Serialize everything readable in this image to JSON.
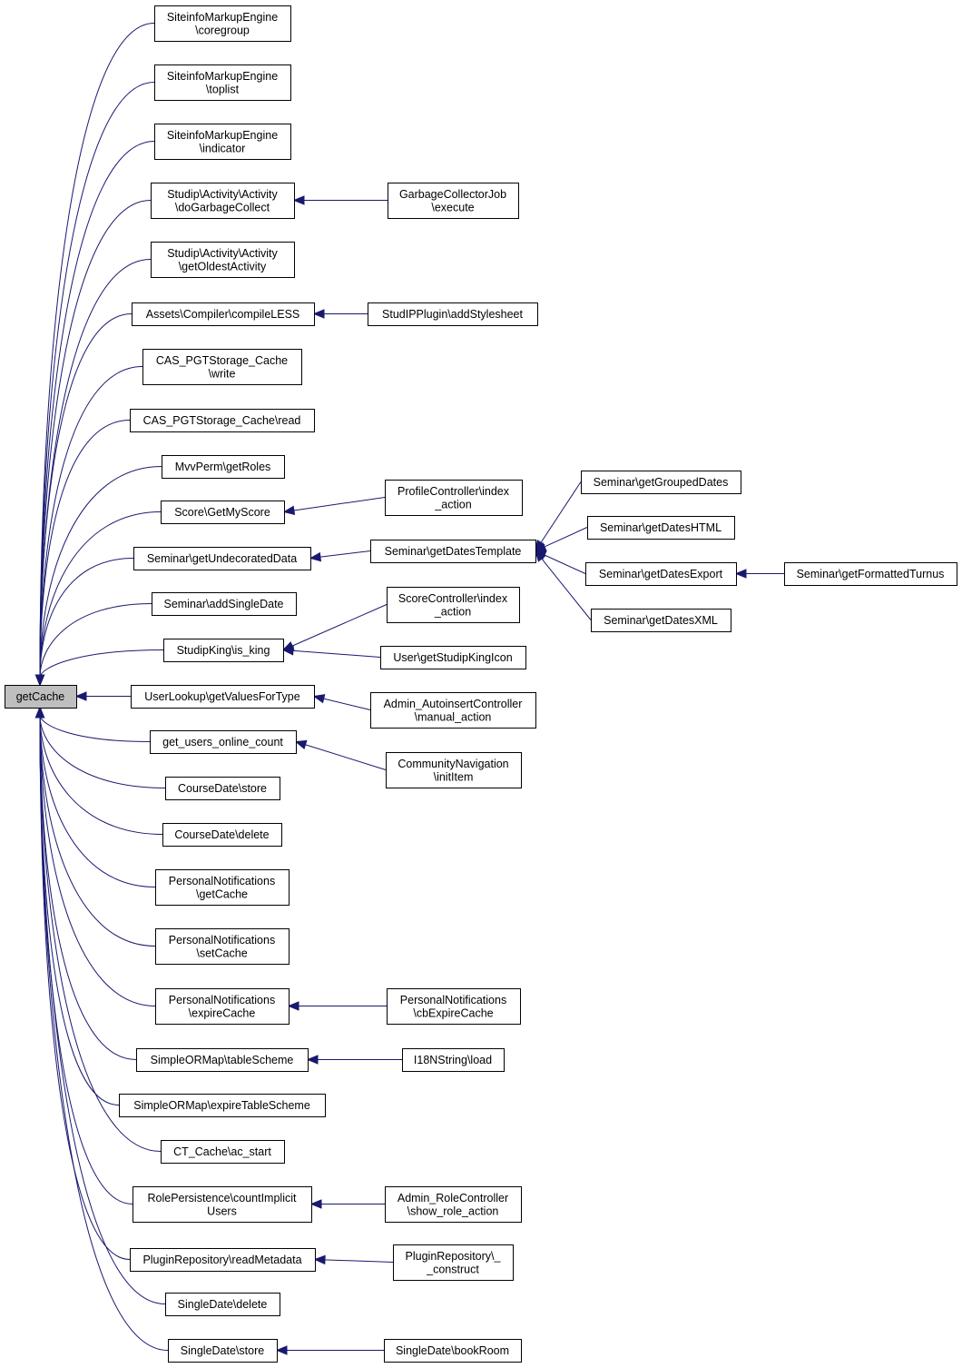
{
  "diagram": {
    "type": "call-graph",
    "colors": {
      "edge": "#191970",
      "node_border": "#000000",
      "root_fill": "#bfbfbf",
      "node_fill": "#ffffff"
    },
    "nodes": [
      {
        "id": "root",
        "lines": [
          "getCache"
        ],
        "root": true
      },
      {
        "id": "n1",
        "lines": [
          "SiteinfoMarkupEngine",
          "\\coregroup"
        ]
      },
      {
        "id": "n2",
        "lines": [
          "SiteinfoMarkupEngine",
          "\\toplist"
        ]
      },
      {
        "id": "n3",
        "lines": [
          "SiteinfoMarkupEngine",
          "\\indicator"
        ]
      },
      {
        "id": "n4",
        "lines": [
          "Studip\\Activity\\Activity",
          "\\doGarbageCollect"
        ]
      },
      {
        "id": "n5",
        "lines": [
          "Studip\\Activity\\Activity",
          "\\getOldestActivity"
        ]
      },
      {
        "id": "n6",
        "lines": [
          "Assets\\Compiler\\compileLESS"
        ]
      },
      {
        "id": "n7",
        "lines": [
          "CAS_PGTStorage_Cache",
          "\\write"
        ]
      },
      {
        "id": "n8",
        "lines": [
          "CAS_PGTStorage_Cache\\read"
        ]
      },
      {
        "id": "n9",
        "lines": [
          "MvvPerm\\getRoles"
        ]
      },
      {
        "id": "n10",
        "lines": [
          "Score\\GetMyScore"
        ]
      },
      {
        "id": "n11",
        "lines": [
          "Seminar\\getUndecoratedData"
        ]
      },
      {
        "id": "n12",
        "lines": [
          "Seminar\\addSingleDate"
        ]
      },
      {
        "id": "n13",
        "lines": [
          "StudipKing\\is_king"
        ]
      },
      {
        "id": "n14",
        "lines": [
          "UserLookup\\getValuesForType"
        ]
      },
      {
        "id": "n15",
        "lines": [
          "get_users_online_count"
        ]
      },
      {
        "id": "n16",
        "lines": [
          "CourseDate\\store"
        ]
      },
      {
        "id": "n17",
        "lines": [
          "CourseDate\\delete"
        ]
      },
      {
        "id": "n18",
        "lines": [
          "PersonalNotifications",
          "\\getCache"
        ]
      },
      {
        "id": "n19",
        "lines": [
          "PersonalNotifications",
          "\\setCache"
        ]
      },
      {
        "id": "n20",
        "lines": [
          "PersonalNotifications",
          "\\expireCache"
        ]
      },
      {
        "id": "n21",
        "lines": [
          "SimpleORMap\\tableScheme"
        ]
      },
      {
        "id": "n22",
        "lines": [
          "SimpleORMap\\expireTableScheme"
        ]
      },
      {
        "id": "n23",
        "lines": [
          "CT_Cache\\ac_start"
        ]
      },
      {
        "id": "n24",
        "lines": [
          "RolePersistence\\countImplicit",
          "Users"
        ]
      },
      {
        "id": "n25",
        "lines": [
          "PluginRepository\\readMetadata"
        ]
      },
      {
        "id": "n26",
        "lines": [
          "SingleDate\\delete"
        ]
      },
      {
        "id": "n27",
        "lines": [
          "SingleDate\\store"
        ]
      },
      {
        "id": "c4",
        "lines": [
          "GarbageCollectorJob",
          "\\execute"
        ]
      },
      {
        "id": "c6",
        "lines": [
          "StudIPPlugin\\addStylesheet"
        ]
      },
      {
        "id": "c10",
        "lines": [
          "ProfileController\\index",
          "_action"
        ]
      },
      {
        "id": "c11",
        "lines": [
          "Seminar\\getDatesTemplate"
        ]
      },
      {
        "id": "c13a",
        "lines": [
          "ScoreController\\index",
          "_action"
        ]
      },
      {
        "id": "c13b",
        "lines": [
          "User\\getStudipKingIcon"
        ]
      },
      {
        "id": "c14",
        "lines": [
          "Admin_AutoinsertController",
          "\\manual_action"
        ]
      },
      {
        "id": "c15",
        "lines": [
          "CommunityNavigation",
          "\\initItem"
        ]
      },
      {
        "id": "c20",
        "lines": [
          "PersonalNotifications",
          "\\cbExpireCache"
        ]
      },
      {
        "id": "c21",
        "lines": [
          "I18NString\\load"
        ]
      },
      {
        "id": "c24",
        "lines": [
          "Admin_RoleController",
          "\\show_role_action"
        ]
      },
      {
        "id": "c25",
        "lines": [
          "PluginRepository\\_",
          "_construct"
        ]
      },
      {
        "id": "c27",
        "lines": [
          "SingleDate\\bookRoom"
        ]
      },
      {
        "id": "d1",
        "lines": [
          "Seminar\\getGroupedDates"
        ]
      },
      {
        "id": "d2",
        "lines": [
          "Seminar\\getDatesHTML"
        ]
      },
      {
        "id": "d3",
        "lines": [
          "Seminar\\getDatesExport"
        ]
      },
      {
        "id": "d4",
        "lines": [
          "Seminar\\getDatesXML"
        ]
      },
      {
        "id": "e1",
        "lines": [
          "Seminar\\getFormattedTurnus"
        ]
      }
    ],
    "edges": [
      {
        "from": "n1",
        "to": "root"
      },
      {
        "from": "n2",
        "to": "root"
      },
      {
        "from": "n3",
        "to": "root"
      },
      {
        "from": "n4",
        "to": "root"
      },
      {
        "from": "n5",
        "to": "root"
      },
      {
        "from": "n6",
        "to": "root"
      },
      {
        "from": "n7",
        "to": "root"
      },
      {
        "from": "n8",
        "to": "root"
      },
      {
        "from": "n9",
        "to": "root"
      },
      {
        "from": "n10",
        "to": "root"
      },
      {
        "from": "n11",
        "to": "root"
      },
      {
        "from": "n12",
        "to": "root"
      },
      {
        "from": "n13",
        "to": "root"
      },
      {
        "from": "n14",
        "to": "root"
      },
      {
        "from": "n15",
        "to": "root"
      },
      {
        "from": "n16",
        "to": "root"
      },
      {
        "from": "n17",
        "to": "root"
      },
      {
        "from": "n18",
        "to": "root"
      },
      {
        "from": "n19",
        "to": "root"
      },
      {
        "from": "n20",
        "to": "root"
      },
      {
        "from": "n21",
        "to": "root"
      },
      {
        "from": "n22",
        "to": "root"
      },
      {
        "from": "n23",
        "to": "root"
      },
      {
        "from": "n24",
        "to": "root"
      },
      {
        "from": "n25",
        "to": "root"
      },
      {
        "from": "n26",
        "to": "root"
      },
      {
        "from": "n27",
        "to": "root"
      },
      {
        "from": "c4",
        "to": "n4"
      },
      {
        "from": "c6",
        "to": "n6"
      },
      {
        "from": "c10",
        "to": "n10"
      },
      {
        "from": "c11",
        "to": "n11"
      },
      {
        "from": "c13a",
        "to": "n13"
      },
      {
        "from": "c13b",
        "to": "n13"
      },
      {
        "from": "c14",
        "to": "n14"
      },
      {
        "from": "c15",
        "to": "n15"
      },
      {
        "from": "c20",
        "to": "n20"
      },
      {
        "from": "c21",
        "to": "n21"
      },
      {
        "from": "c24",
        "to": "n24"
      },
      {
        "from": "c25",
        "to": "n25"
      },
      {
        "from": "c27",
        "to": "n27"
      },
      {
        "from": "d1",
        "to": "c11"
      },
      {
        "from": "d2",
        "to": "c11"
      },
      {
        "from": "d3",
        "to": "c11"
      },
      {
        "from": "d4",
        "to": "c11"
      },
      {
        "from": "e1",
        "to": "d3"
      }
    ]
  }
}
